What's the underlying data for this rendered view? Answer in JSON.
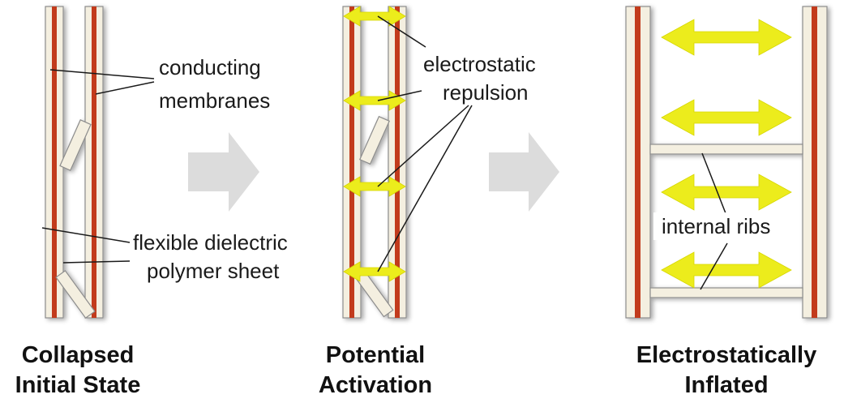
{
  "colors": {
    "membrane_core": "#c23a1c",
    "membrane_sheath": "#f4efe0",
    "repulsion_arrow": "#ecec1c",
    "flow_arrow": "#dcdcdc"
  },
  "labels": {
    "conducting_1": "conducting",
    "conducting_2": "membranes",
    "flexible_1": "flexible dielectric",
    "flexible_2": "polymer sheet",
    "electrostatic_1": "electrostatic",
    "electrostatic_2": "repulsion",
    "internal_ribs": "internal ribs"
  },
  "captions": {
    "stage1_line1": "Collapsed",
    "stage1_line2": "Initial State",
    "stage2_line1": "Potential",
    "stage2_line2": "Activation",
    "stage3_line1": "Electrostatically",
    "stage3_line2": "Inflated"
  }
}
